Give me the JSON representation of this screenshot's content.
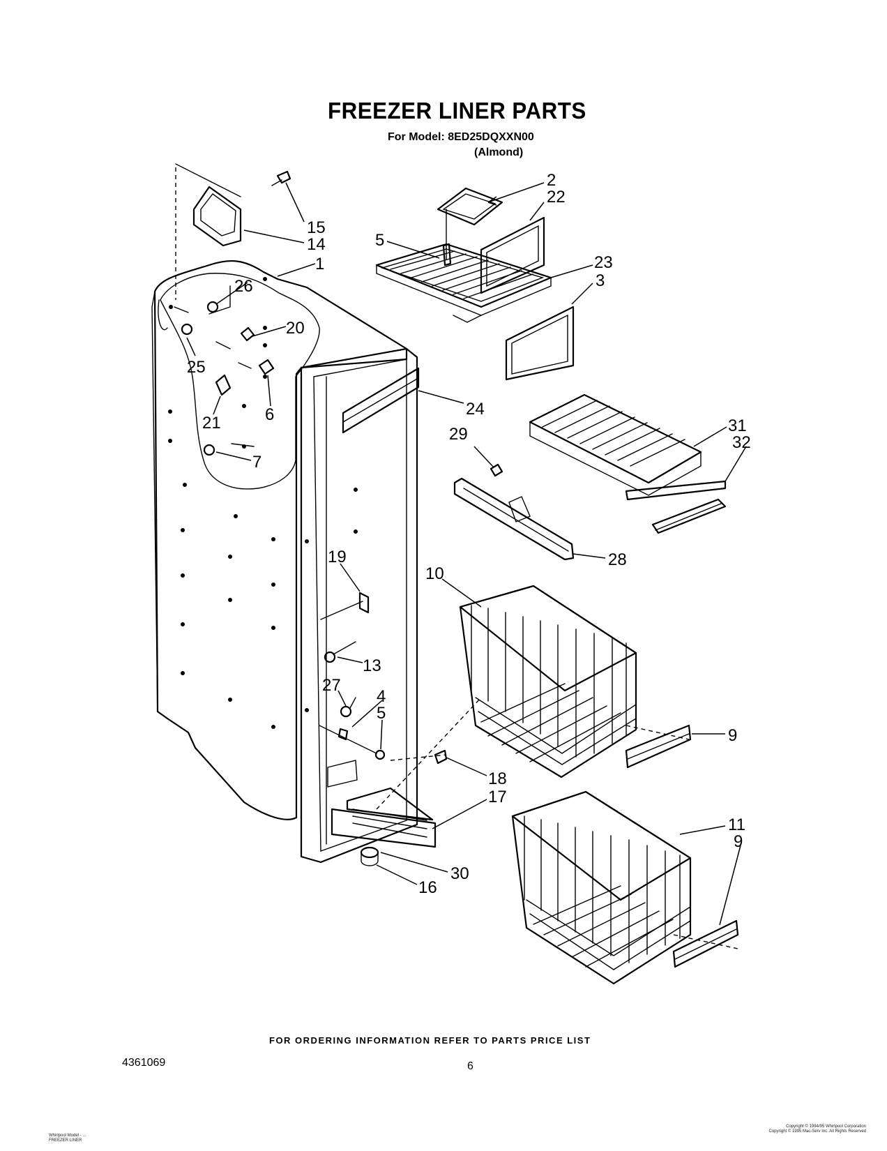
{
  "header": {
    "title": "FREEZER LINER PARTS",
    "model_line": "For Model: 8ED25DQXXN00",
    "model_variant": "(Almond)"
  },
  "footer": {
    "ordering_info": "FOR ORDERING INFORMATION REFER TO PARTS PRICE LIST",
    "document_number": "4361069",
    "page_number": "6",
    "small_left": [
      "Whirlpool Model - ...",
      "FREEZER LINER"
    ],
    "small_right": [
      "Copyright © 1994/95 Whirlpool Corporation",
      "Copyright © 1995 Mac-Serv Inc. All Rights Reserved"
    ]
  },
  "callouts": [
    "1",
    "2",
    "3",
    "4",
    "5",
    "5",
    "6",
    "7",
    "9",
    "9",
    "10",
    "11",
    "13",
    "14",
    "15",
    "16",
    "17",
    "18",
    "19",
    "20",
    "21",
    "22",
    "23",
    "24",
    "25",
    "26",
    "27",
    "28",
    "29",
    "30",
    "31",
    "32"
  ],
  "parts": [
    {
      "id": "liner",
      "icon": "freezer-liner-icon"
    },
    {
      "id": "bracket",
      "icon": "hinge-bracket-icon"
    },
    {
      "id": "screw",
      "icon": "screw-icon"
    },
    {
      "id": "ice-tray-shelf",
      "icon": "ice-shelf-icon"
    },
    {
      "id": "shelf-front",
      "icon": "shelf-front-trim-icon"
    },
    {
      "id": "wire-shelf",
      "icon": "wire-shelf-icon"
    },
    {
      "id": "shelf-support",
      "icon": "shelf-support-icon"
    },
    {
      "id": "basket-upper",
      "icon": "wire-basket-icon"
    },
    {
      "id": "basket-lower",
      "icon": "wire-basket-icon"
    },
    {
      "id": "basket-trim",
      "icon": "basket-front-trim-icon"
    },
    {
      "id": "control-housing",
      "icon": "control-housing-icon"
    },
    {
      "id": "knob",
      "icon": "control-knob-icon"
    }
  ]
}
